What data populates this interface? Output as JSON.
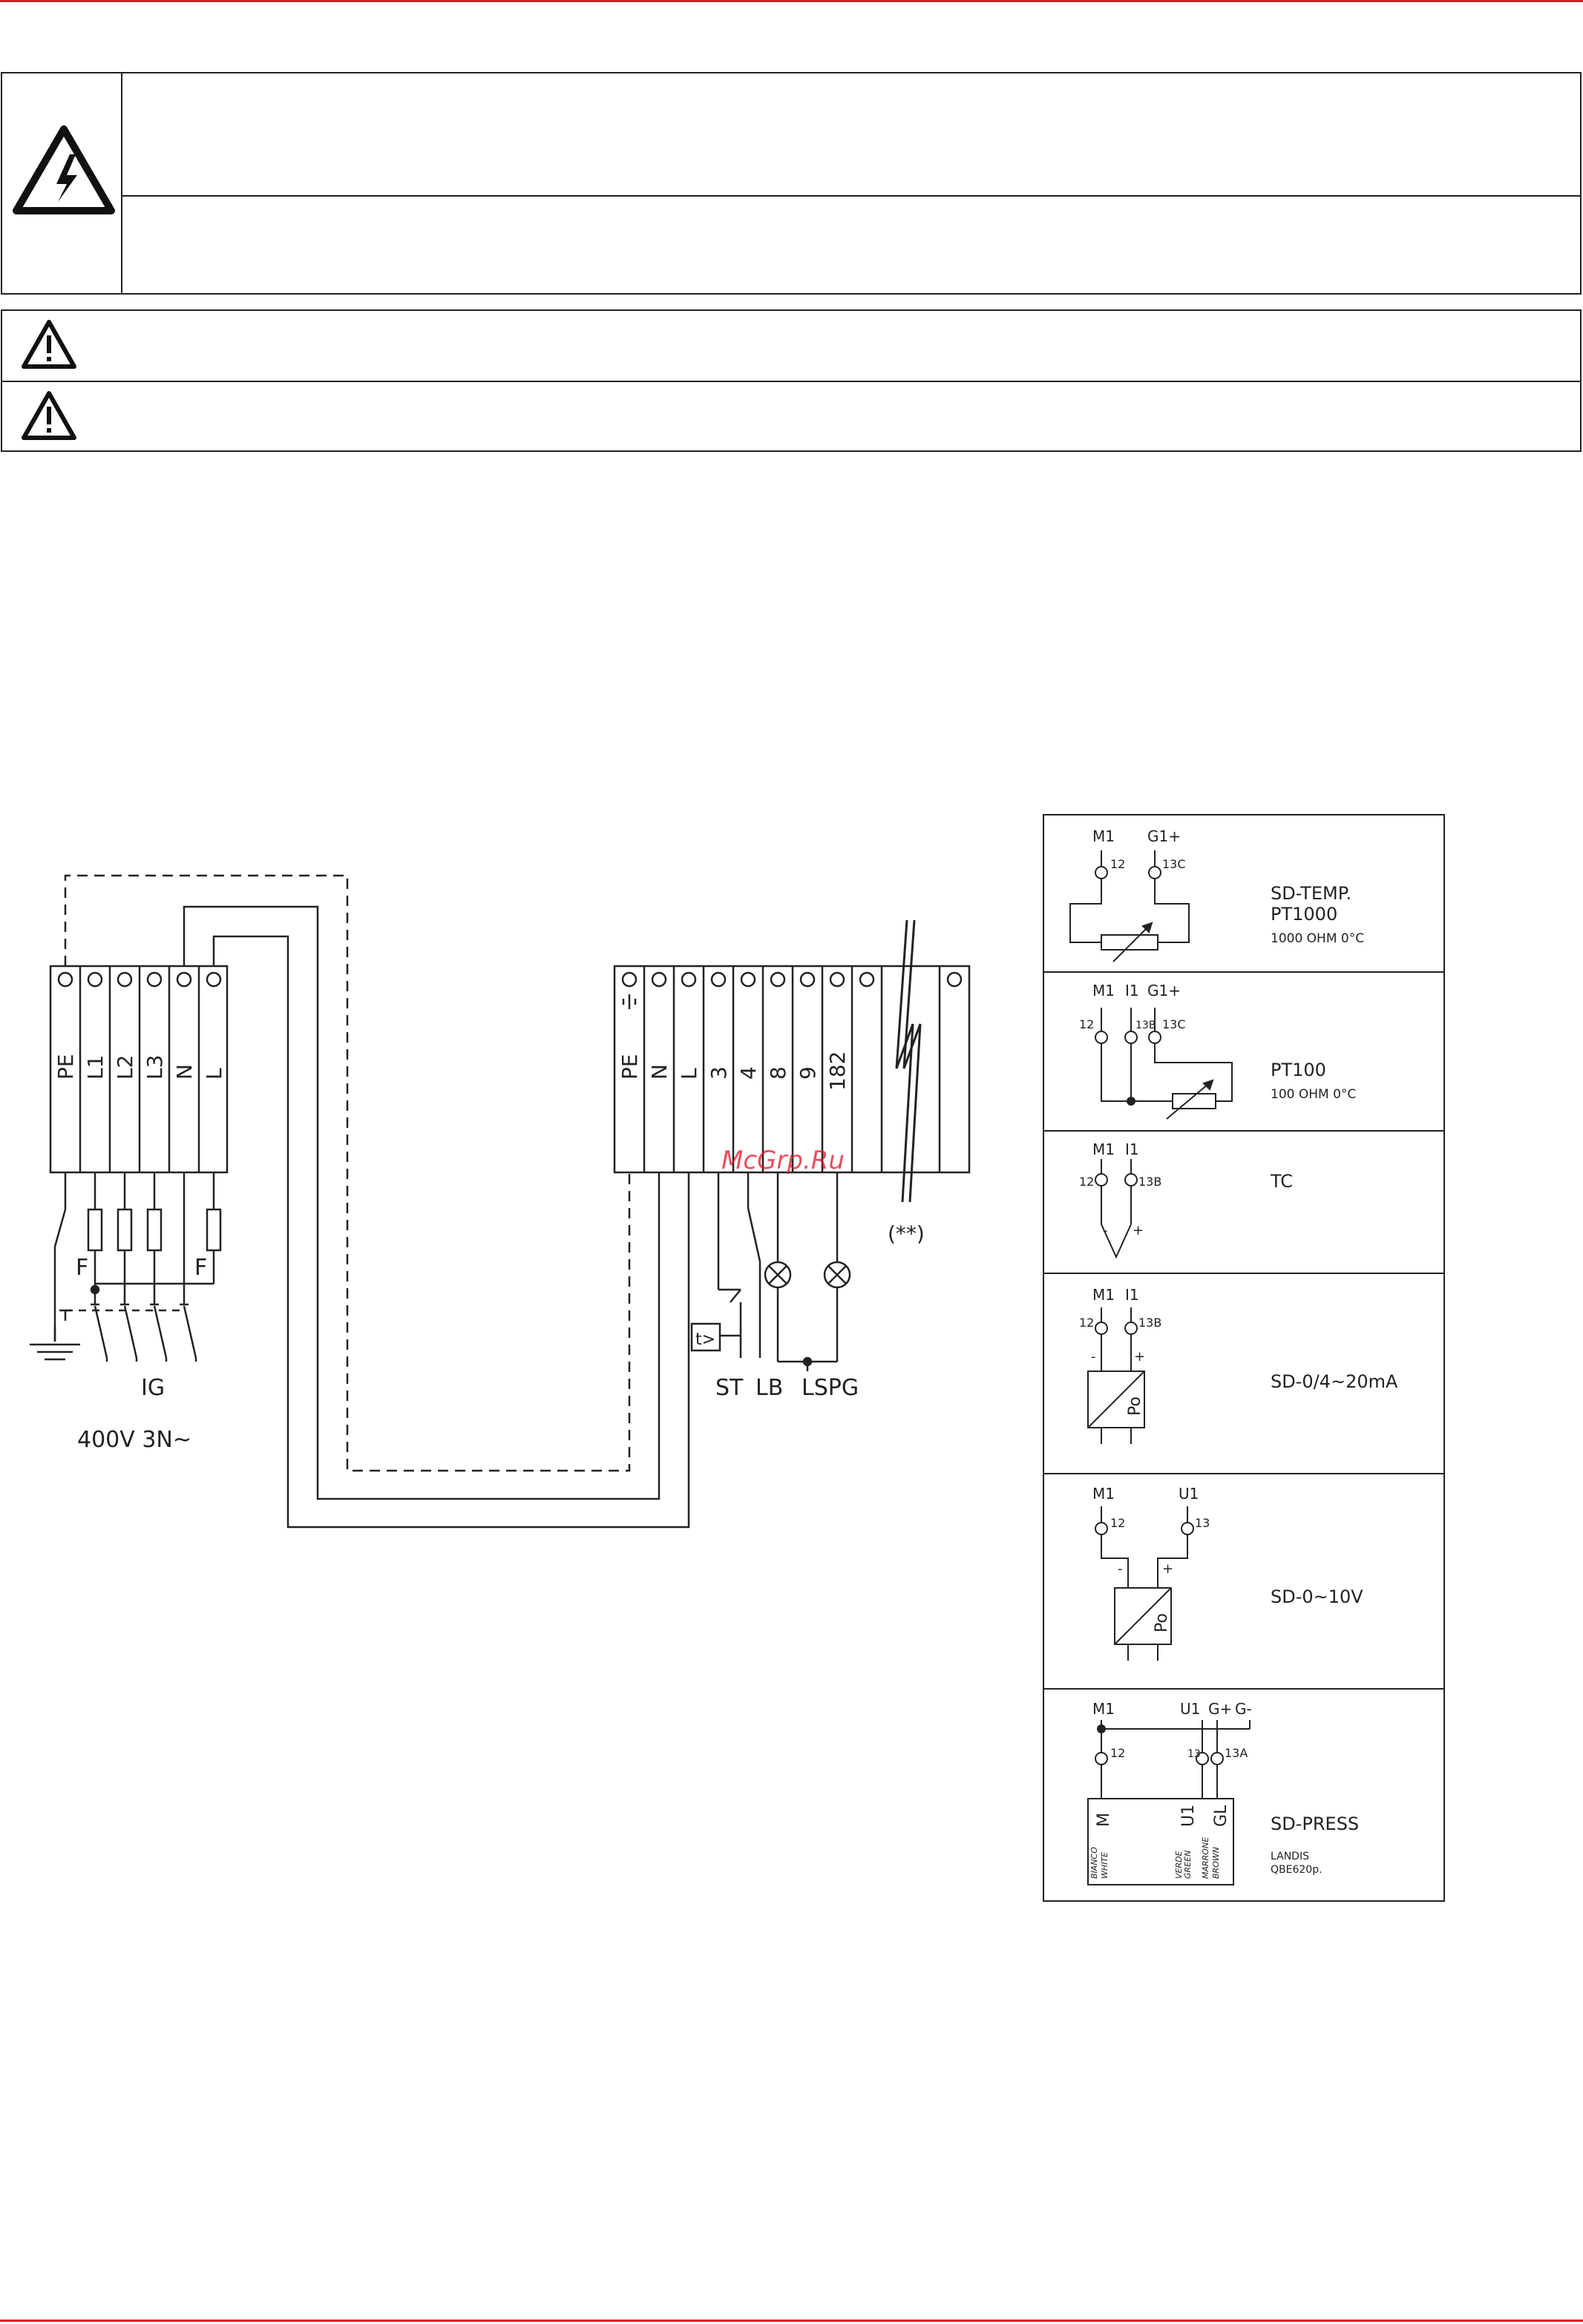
{
  "colors": {
    "accent": "#e0162b",
    "line": "#222222",
    "background": "#ffffff"
  },
  "warnings": {
    "icons": [
      "high-voltage-warning-icon",
      "warning-icon",
      "warning-icon"
    ]
  },
  "main_terminal": {
    "labels": [
      "PE",
      "L1",
      "L2",
      "L3",
      "N",
      "L"
    ]
  },
  "mains_labels": {
    "fuse_left": "F",
    "fuse_right": "F",
    "switch": "IG",
    "supply": "400V 3N~"
  },
  "burner_terminal": {
    "labels": [
      "PE",
      "N",
      "L",
      "3",
      "4",
      "8",
      "9",
      "182"
    ]
  },
  "burner_labels": {
    "timer": "t>",
    "st": "ST",
    "lb": "LB",
    "lspg": "LSPG",
    "note": "(**)"
  },
  "watermark": "McGrp.Ru",
  "sensors": {
    "temp": {
      "m1": "M1",
      "g1": "G1+",
      "t12": "12",
      "t13c": "13C",
      "name": "SD-TEMP.",
      "model": "PT1000",
      "spec": "1000 OHM 0°C"
    },
    "pt100": {
      "m1": "M1",
      "i1": "I1",
      "g1": "G1+",
      "t12": "12",
      "t13b": "13B",
      "t13c": "13C",
      "name": "PT100",
      "spec": "100 OHM 0°C"
    },
    "tc": {
      "m1": "M1",
      "i1": "I1",
      "t12": "12",
      "t13b": "13B",
      "minus": "-",
      "plus": "+",
      "name": "TC"
    },
    "ma": {
      "m1": "M1",
      "i1": "I1",
      "t12": "12",
      "t13b": "13B",
      "minus": "-",
      "plus": "+",
      "conv": "Po",
      "name": "SD-0/4~20mA"
    },
    "v": {
      "m1": "M1",
      "u1": "U1",
      "t12": "12",
      "t13": "13",
      "minus": "-",
      "plus": "+",
      "conv": "Po",
      "name": "SD-0~10V"
    },
    "press": {
      "m1": "M1",
      "u1": "U1",
      "gp": "G+",
      "gm": "G-",
      "t12": "12",
      "t13": "13",
      "t13a": "13A",
      "m": "M",
      "u": "U1",
      "gl": "GL",
      "c1": "BIANCO",
      "c1b": "WHITE",
      "c2": "VERDE",
      "c2b": "GREEN",
      "c3": "MARRONE",
      "c3b": "BROWN",
      "name": "SD-PRESS",
      "brand": "LANDIS",
      "model": "QBE620p."
    }
  }
}
